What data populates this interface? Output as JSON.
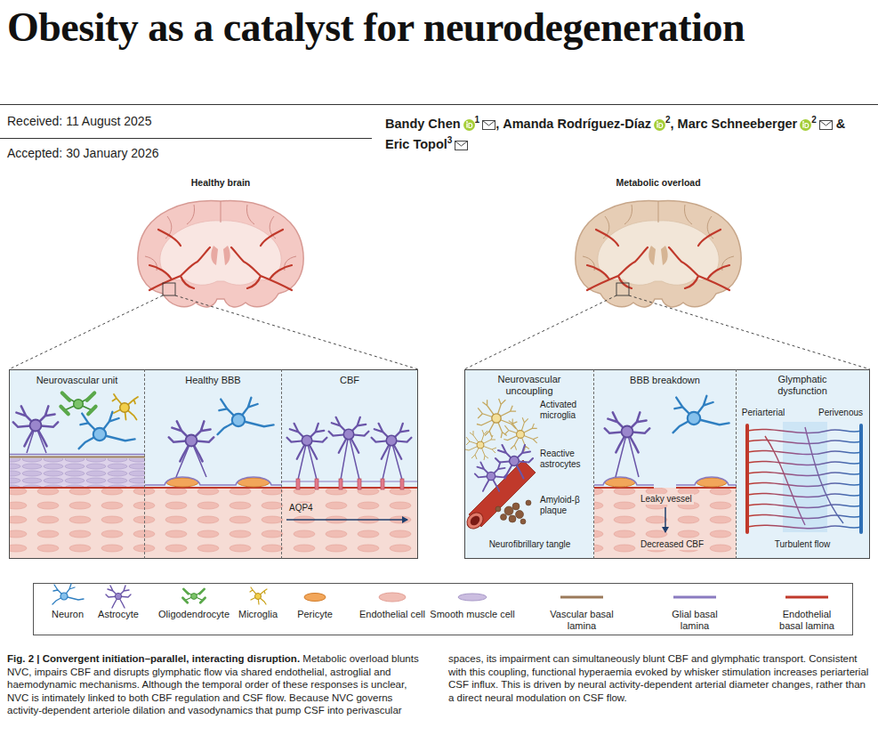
{
  "diagram": {
    "title": "Obesity as a catalyst for neurodegeneration",
    "caption": "Fig. 2 | Convergent initiation–parallel, interacting disruption.",
    "nodes": [
      {
        "text": [
          "Neurovascular unit"
        ]
      },
      {
        "text": [
          "Healthy BBB"
        ]
      },
      {
        "text": [
          "CBF",
          "AQP4"
        ]
      },
      {
        "text": [
          "Neurovascular uncoupling",
          "Activated microglia",
          "Reactive astrocytes",
          "Amyloid-β plaque",
          "Neurofibrillary tangle"
        ]
      },
      {
        "text": [
          "BBB breakdown",
          "Leaky vessel",
          "Decreased CBF"
        ]
      },
      {
        "text": [
          "Glymphatic dysfunction",
          "Periarterial",
          "Perivenous",
          "Turbulent flow"
        ]
      }
    ],
    "labels": [
      "Received: 11 August 2025",
      "Accepted: 30 January 2026",
      "Bandy Chen",
      "1",
      ",",
      "Amanda Rodríguez-Díaz",
      "2",
      ",",
      "Marc Schneeberger",
      "2",
      "&",
      "Eric Topol",
      "3",
      "Healthy brain",
      "Metabolic overload",
      "Metabolic overload blunts NVC, impairs CBF and disrupts glymphatic flow via shared endothelial, astroglial and haemodynamic mechanisms. Although the temporal order of these responses is unclear, NVC is intimately linked to both CBF regulation and CSF flow. Because NVC governs activity-dependent arteriole dilation and vasodynamics that pump CSF into perivascular spaces, its impairment can simultaneously blunt CBF and glymphatic transport. Consistent with this coupling, functional hyperaemia evoked by whisker stimulation increases periarterial CSF influx. This is driven by neural activity-dependent arterial diameter changes, rather than a direct neural modulation on CSF flow."
    ],
    "legend": [
      {
        "text": "Neuron"
      },
      {
        "text": "Astrocyte"
      },
      {
        "text": "Oligodendrocyte"
      },
      {
        "text": "Microglia"
      },
      {
        "text": "Pericyte"
      },
      {
        "text": "Endothelial cell"
      },
      {
        "text": "Smooth muscle cell"
      },
      {
        "text": "Vascular basal lamina"
      },
      {
        "text": "Glial basal lamina"
      },
      {
        "text": "Endothelial basal lamina"
      }
    ]
  }
}
